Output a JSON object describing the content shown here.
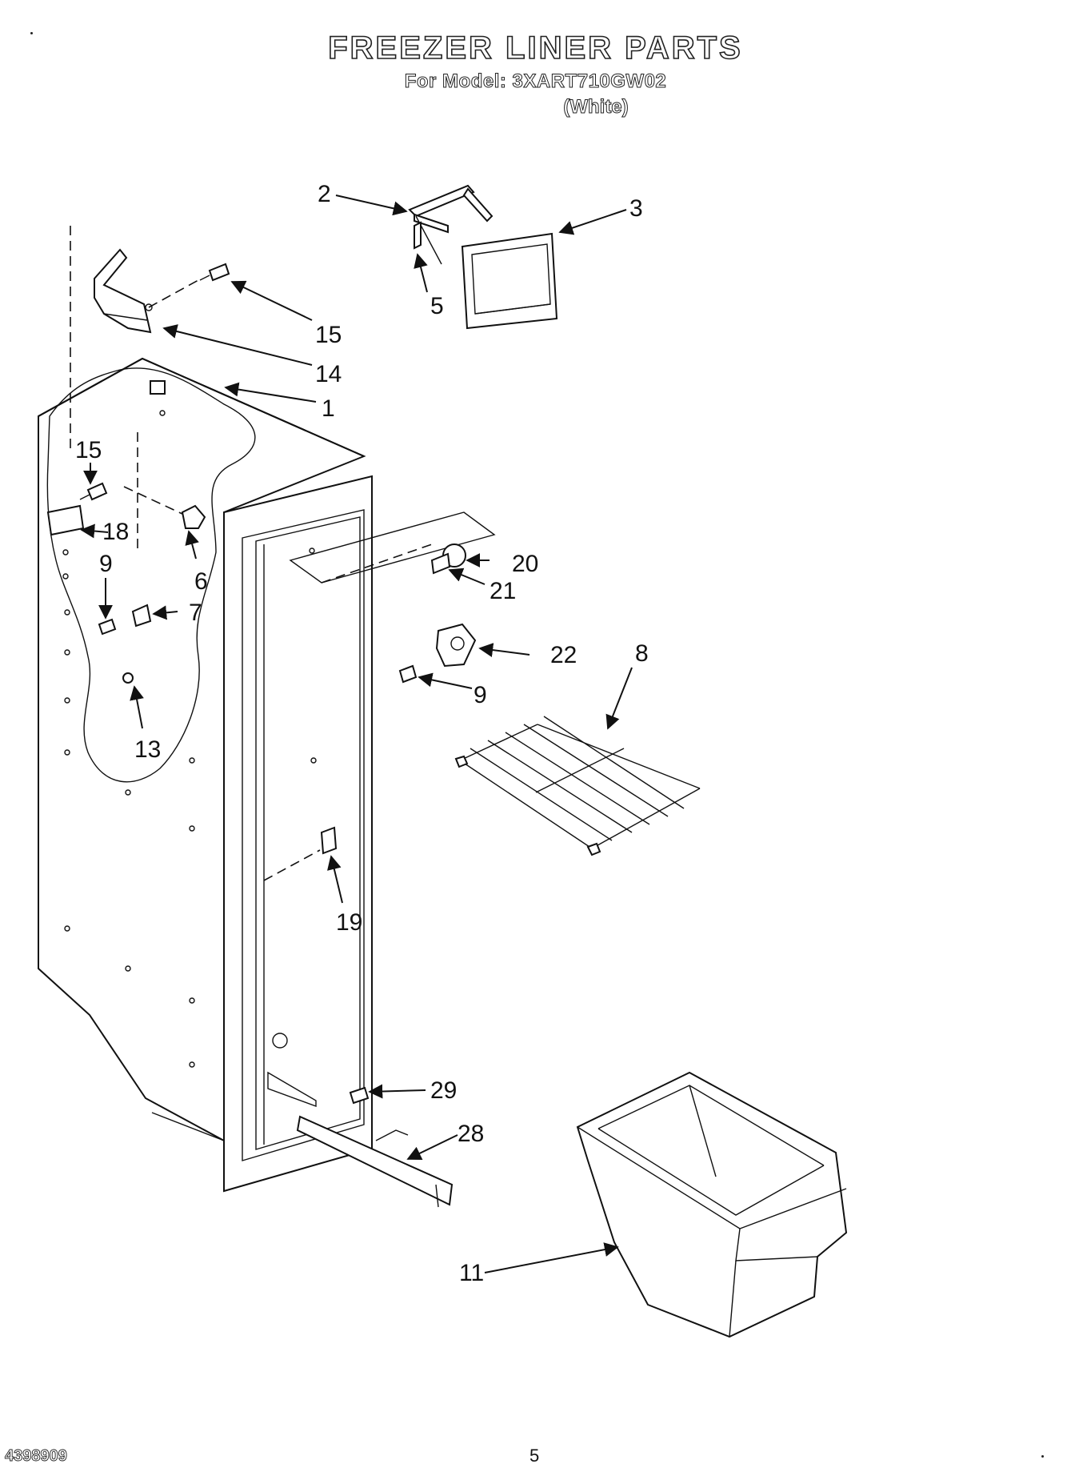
{
  "header": {
    "title": "FREEZER LINER PARTS",
    "model": "For Model: 3XART710GW02",
    "variant": "(White)"
  },
  "footer": {
    "doc_number": "4398909",
    "page_number": "5"
  },
  "callouts": [
    "1",
    "2",
    "3",
    "5",
    "15",
    "14",
    "15",
    "18",
    "6",
    "9",
    "7",
    "13",
    "20",
    "21",
    "22",
    "9",
    "8",
    "19",
    "29",
    "28",
    "11"
  ]
}
